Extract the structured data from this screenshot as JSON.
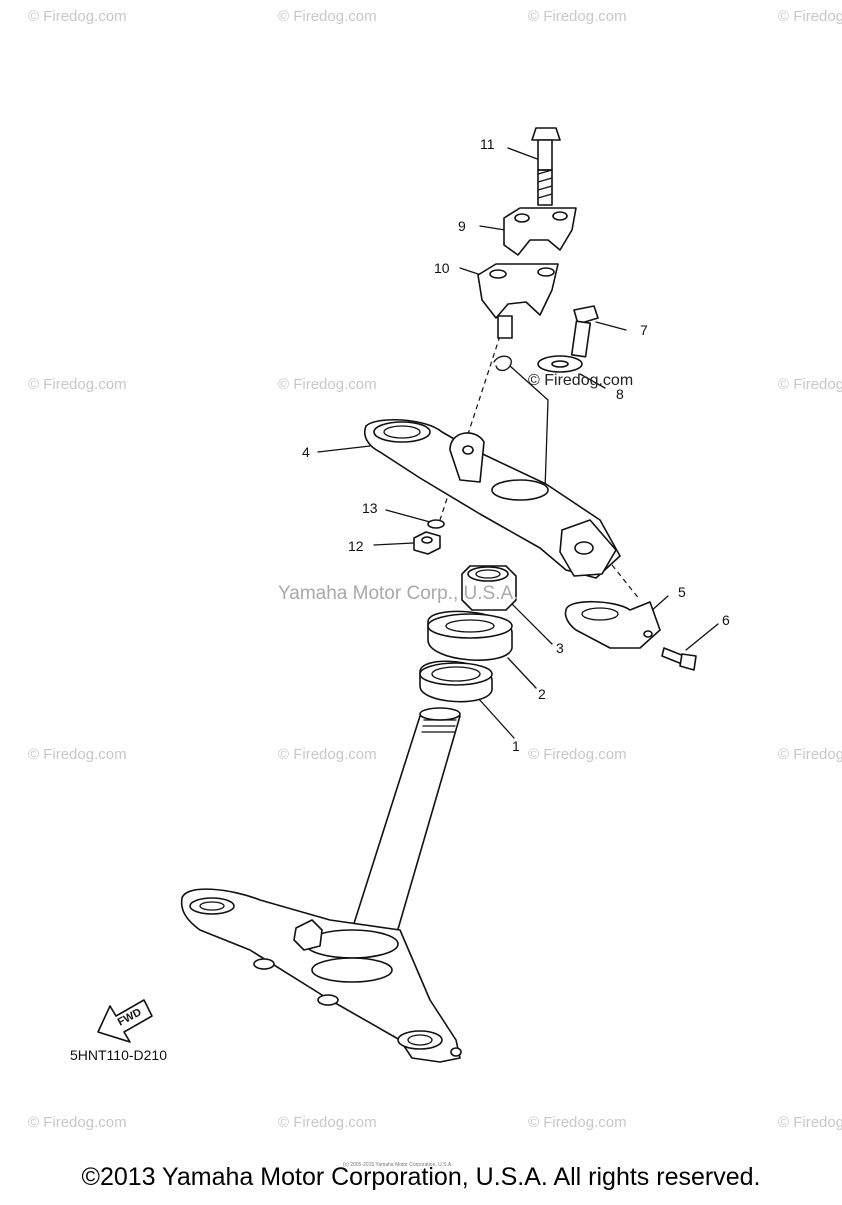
{
  "watermark": "© Firedog.com",
  "center_watermark": "Yamaha Motor Corp., U.S.A.",
  "diagram_code": "5HNT110-D210",
  "fwd_label": "FWD",
  "callouts": [
    "1",
    "2",
    "3",
    "4",
    "5",
    "6",
    "7",
    "8",
    "9",
    "10",
    "11",
    "12",
    "13"
  ],
  "copyright": "©2013 Yamaha Motor Corporation, U.S.A. All rights reserved.",
  "tiny_credit": "(c) 2005-2015 Yamaha Motor Corporation, U.S.A."
}
